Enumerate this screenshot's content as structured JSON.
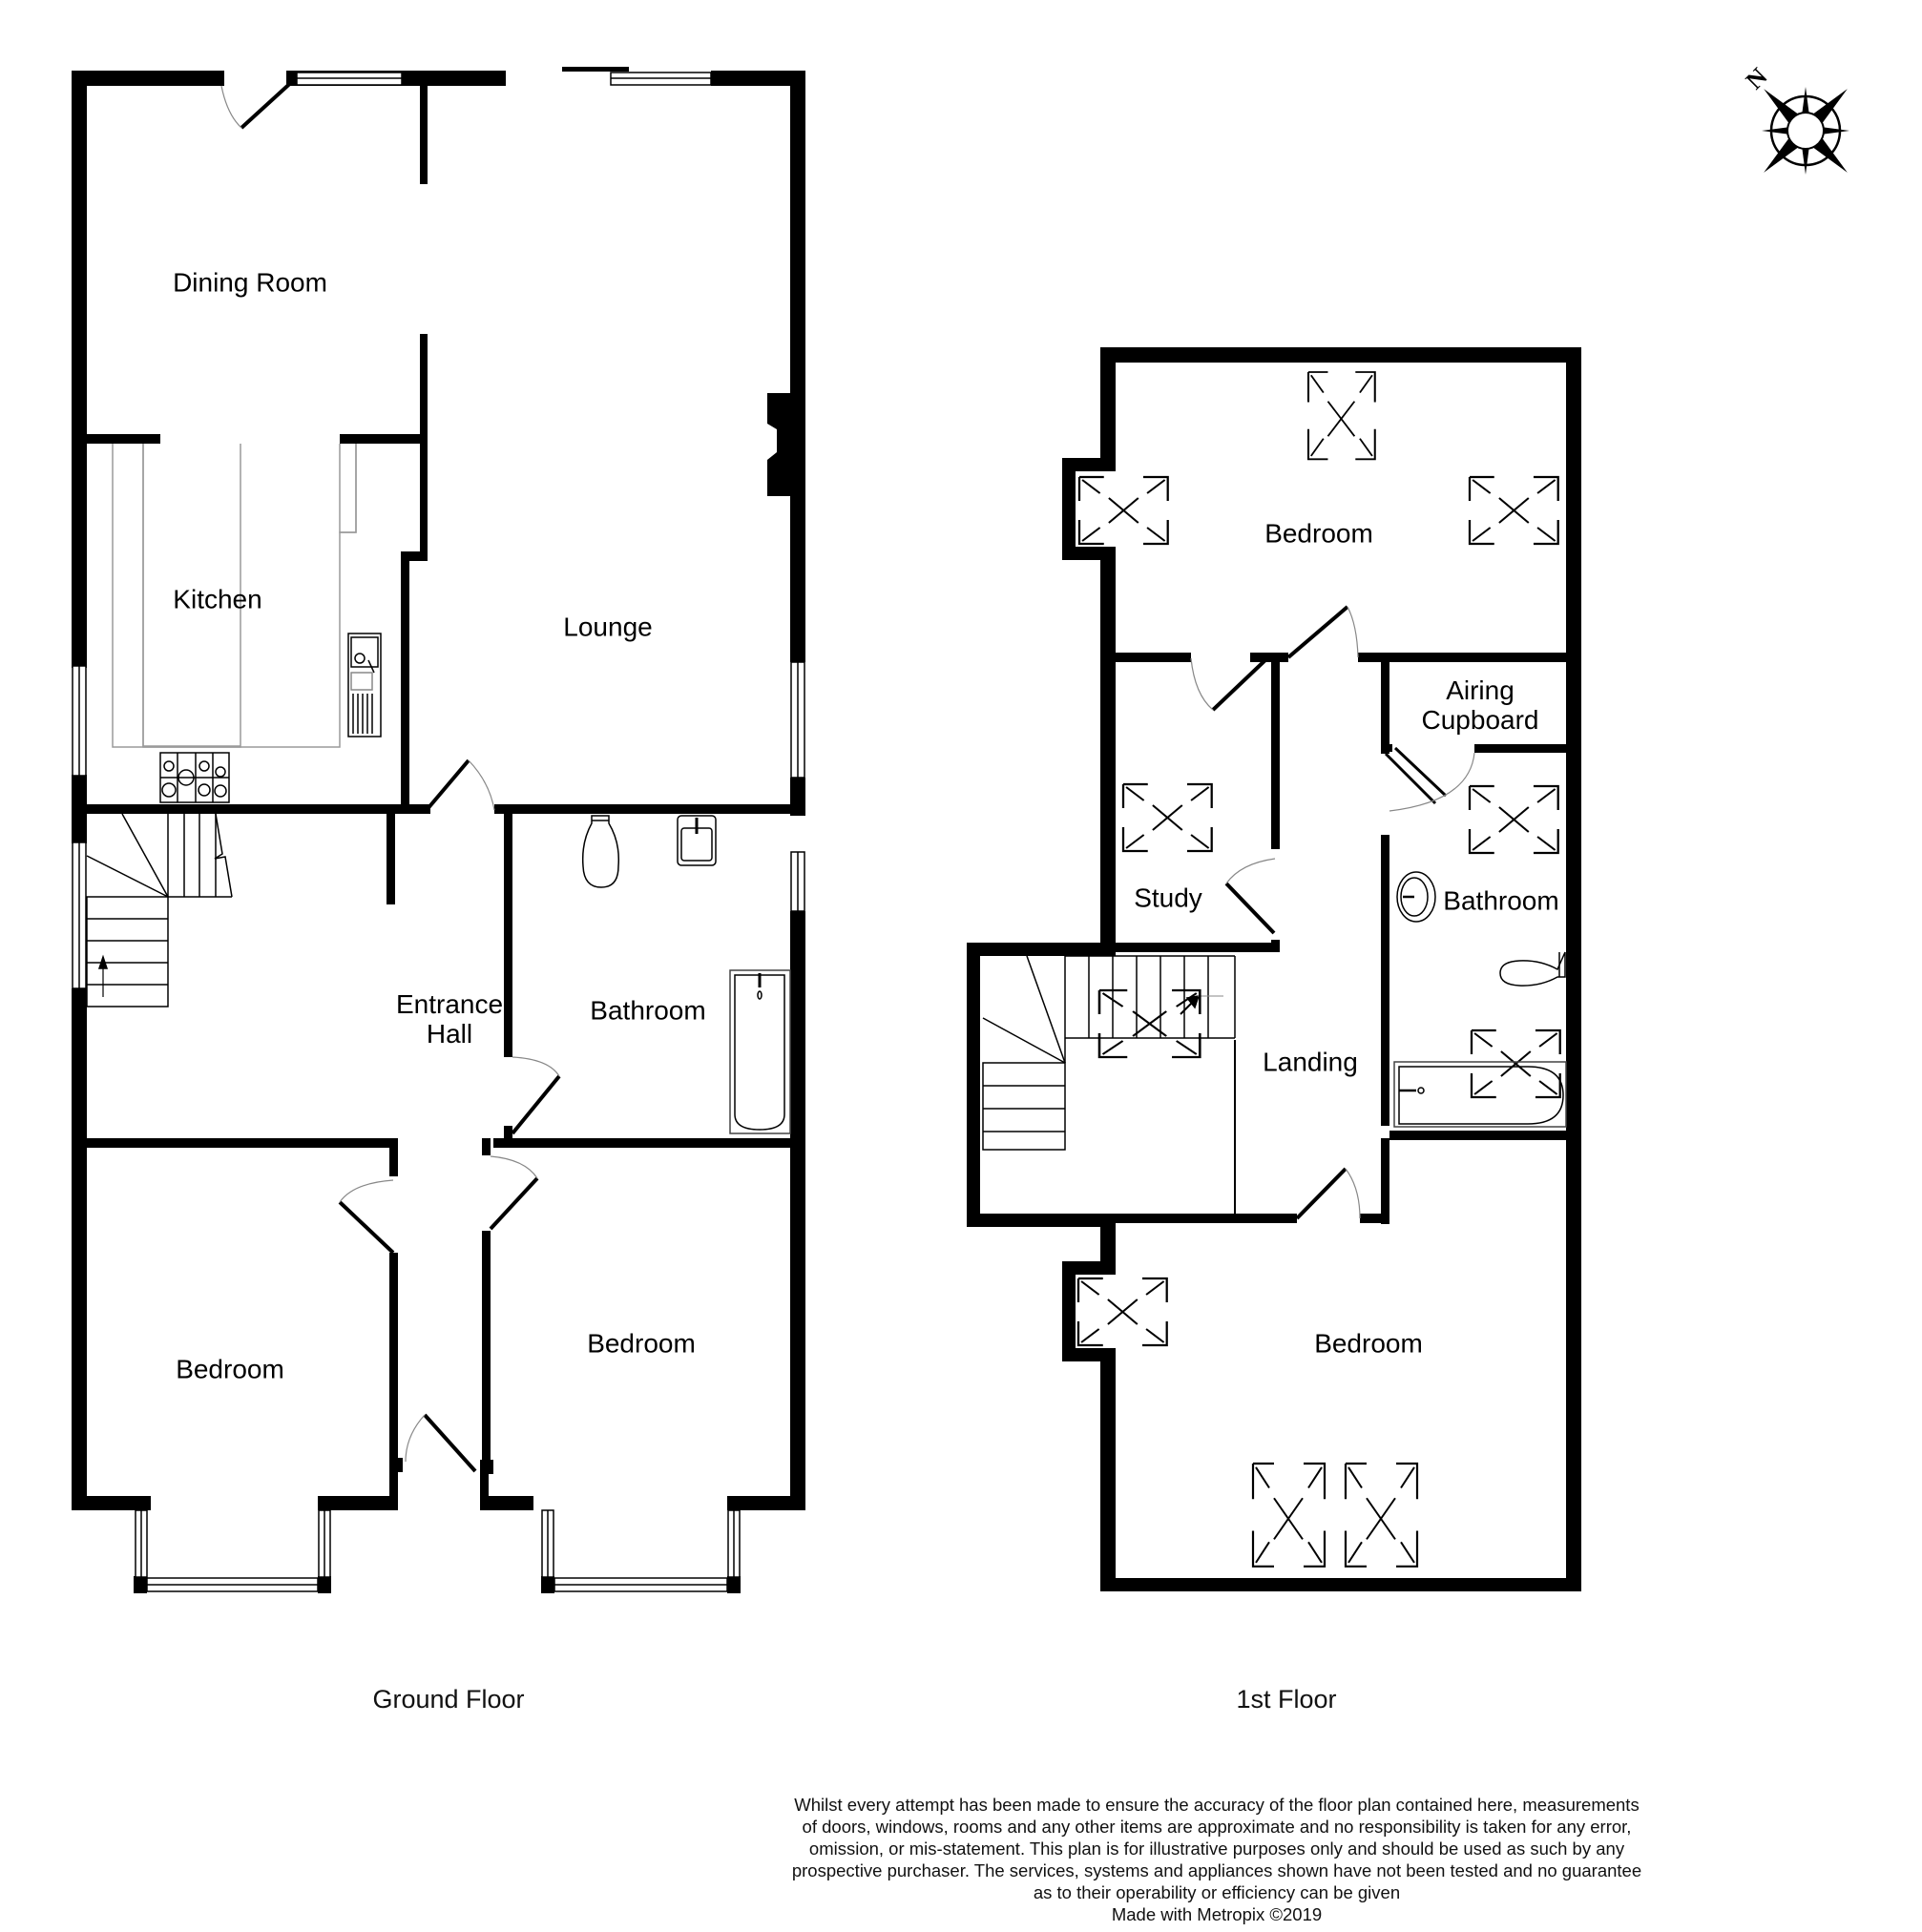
{
  "colors": {
    "wall": "#000000",
    "background": "#ffffff",
    "fixture_line": "#9a9a9a"
  },
  "compass": {
    "label": "N",
    "icon": "compass-rose-icon"
  },
  "floors": [
    {
      "name": "Ground Floor",
      "rooms": [
        {
          "id": "dining-room",
          "label": "Dining Room"
        },
        {
          "id": "kitchen",
          "label": "Kitchen"
        },
        {
          "id": "lounge",
          "label": "Lounge"
        },
        {
          "id": "entrance-hall",
          "label": "Entrance\nHall",
          "lines": [
            "Entrance",
            "Hall"
          ]
        },
        {
          "id": "bathroom",
          "label": "Bathroom"
        },
        {
          "id": "bedroom-left",
          "label": "Bedroom"
        },
        {
          "id": "bedroom-right",
          "label": "Bedroom"
        }
      ]
    },
    {
      "name": "1st Floor",
      "rooms": [
        {
          "id": "bedroom-top",
          "label": "Bedroom"
        },
        {
          "id": "airing-cupboard",
          "label": "Airing\nCupboard",
          "lines": [
            "Airing",
            "Cupboard"
          ]
        },
        {
          "id": "study",
          "label": "Study"
        },
        {
          "id": "bathroom",
          "label": "Bathroom"
        },
        {
          "id": "landing",
          "label": "Landing"
        },
        {
          "id": "bedroom-bottom",
          "label": "Bedroom"
        }
      ]
    }
  ],
  "disclaimer": {
    "lines": [
      "Whilst every attempt has been made to ensure the accuracy of the floor plan contained here, measurements",
      "of doors, windows, rooms and any other items are approximate and no responsibility is taken for any error,",
      "omission, or mis-statement. This plan is for illustrative purposes only and should be used as such by any",
      "prospective purchaser. The services, systems and appliances shown have not been tested and no guarantee",
      "as to their operability or efficiency can be given",
      "Made with Metropix ©2019"
    ]
  }
}
